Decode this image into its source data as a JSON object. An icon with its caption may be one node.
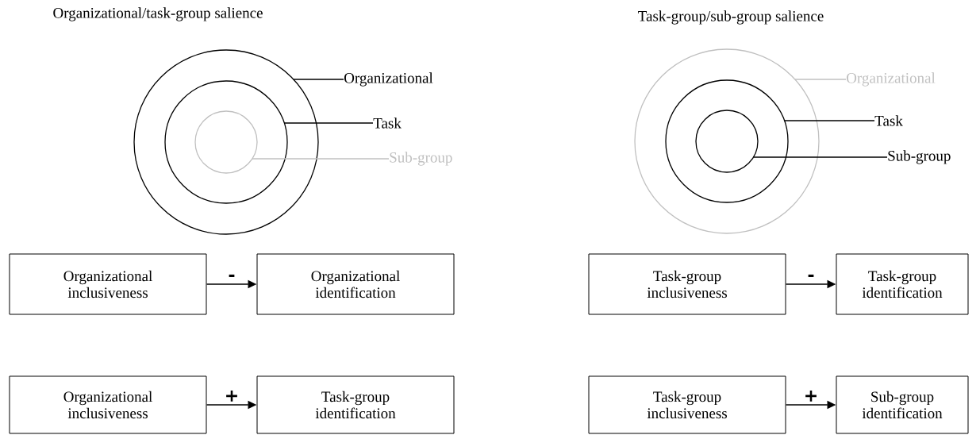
{
  "diagram": {
    "nodes": [
      {
        "text": [],
        "shape": "circle"
      },
      {
        "text": [],
        "shape": "circle",
        "in": 0
      },
      {
        "text": [],
        "shape": "circle",
        "in": 1
      },
      {
        "text": [
          "Organizational"
        ]
      },
      {
        "text": [
          "Task"
        ]
      },
      {
        "text": [
          "Sub-group"
        ]
      },
      {
        "text": [],
        "shape": "circle"
      },
      {
        "text": [],
        "shape": "circle",
        "in": 6
      },
      {
        "text": [],
        "shape": "circle",
        "in": 7
      },
      {
        "text": [
          "Organizational"
        ]
      },
      {
        "text": [
          "Task"
        ]
      },
      {
        "text": [
          "Sub-group"
        ]
      },
      {
        "text": [
          "Organizational inclusiveness"
        ]
      },
      {
        "text": [
          "Organizational identification"
        ]
      },
      {
        "text": [
          "Organizational inclusiveness"
        ]
      },
      {
        "text": [
          "Task-group identification"
        ]
      },
      {
        "text": [
          "Task-group inclusiveness"
        ]
      },
      {
        "text": [
          "Task-group identification"
        ]
      },
      {
        "text": [
          "Task-group inclusiveness"
        ]
      },
      {
        "text": [
          "Sub-group identification"
        ]
      }
    ],
    "edges": [
      {
        "from": 3,
        "to": 0,
        "arrow": "none"
      },
      {
        "from": 4,
        "to": 1,
        "arrow": "none"
      },
      {
        "from": 5,
        "to": 2,
        "arrow": "none",
        "color": "#c0c0c0"
      },
      {
        "from": 9,
        "to": 6,
        "arrow": "none",
        "color": "#c0c0c0"
      },
      {
        "from": 10,
        "to": 7,
        "arrow": "none"
      },
      {
        "from": 11,
        "to": 8,
        "arrow": "none"
      },
      {
        "from": 12,
        "to": 13,
        "arrow": "to",
        "label": "-"
      },
      {
        "from": 14,
        "to": 15,
        "arrow": "to",
        "label": "+"
      },
      {
        "from": 16,
        "to": 17,
        "arrow": "to",
        "label": "-"
      },
      {
        "from": 18,
        "to": 19,
        "arrow": "to",
        "label": "+"
      }
    ],
    "labels": [
      "Organizational/task-group salience",
      "Task-group/sub-group salience"
    ]
  }
}
